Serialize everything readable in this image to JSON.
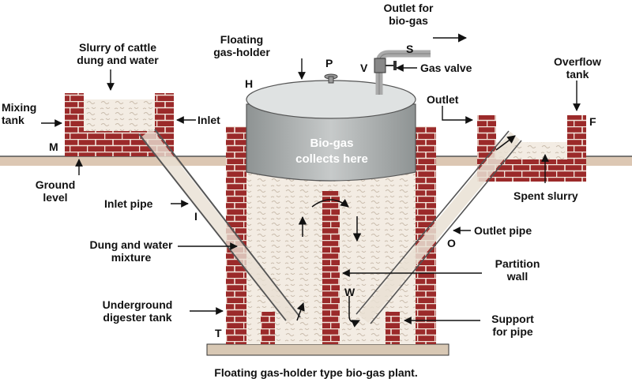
{
  "title": "Floating gas-holder type bio-gas plant.",
  "labels": {
    "outlet_biogas": "Outlet for\nbio-gas",
    "slurry": "Slurry of cattle\ndung and water",
    "floating_holder": "Floating\ngas-holder",
    "overflow_tank": "Overflow\ntank",
    "gas_valve": "Gas valve",
    "mixing_tank": "Mixing\ntank",
    "inlet": "Inlet",
    "outlet": "Outlet",
    "ground_level": "Ground\nlevel",
    "spent_slurry": "Spent slurry",
    "inlet_pipe": "Inlet pipe",
    "outlet_pipe": "Outlet pipe",
    "dung_water": "Dung and water\nmixture",
    "partition_wall": "Partition\nwall",
    "underground_tank": "Underground\ndigester tank",
    "support_pipe": "Support\nfor pipe",
    "biogas_collects": "Bio-gas\ncollects here"
  },
  "letters": {
    "S": "S",
    "P": "P",
    "V": "V",
    "H": "H",
    "F": "F",
    "M": "M",
    "I": "I",
    "O": "O",
    "W": "W",
    "T": "T"
  },
  "colors": {
    "brick": "#9b2a2a",
    "mortar": "#f2e6dc",
    "soil": "#dcc7b3",
    "slurry": "#f3ece3",
    "gas_holder": "#b9bcbc",
    "base": "#d8c8b4"
  }
}
